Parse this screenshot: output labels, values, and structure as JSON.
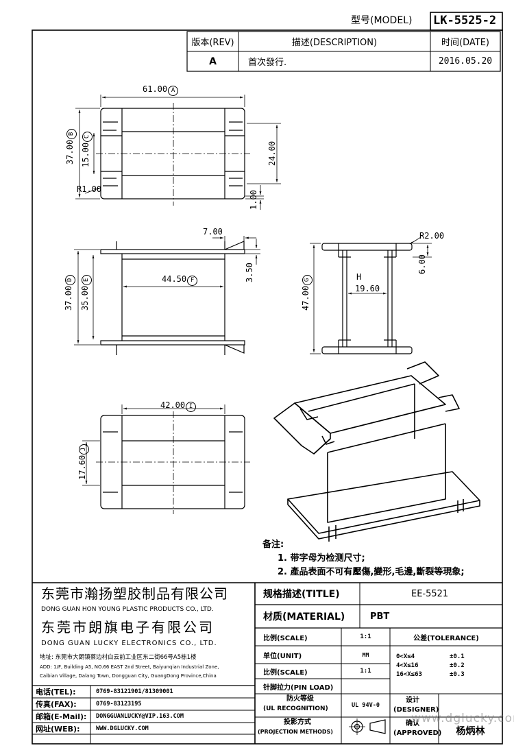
{
  "header": {
    "model_label": "型号(MODEL)",
    "model_value": "LK-5525-2"
  },
  "revision": {
    "col_rev": "版本(REV)",
    "col_desc": "描述(DESCRIPTION)",
    "col_date": "时间(DATE)",
    "rev": "A",
    "desc": "首次發行.",
    "date": "2016.05.20"
  },
  "dims": {
    "top_width": "61.00",
    "top_width_tag": "A",
    "top_height": "37.00",
    "top_height_tag": "B",
    "top_inner": "15.00",
    "top_inner_tag": "C",
    "top_right": "24.00",
    "top_radius": "R1.00",
    "top_gap": "1.00",
    "front_tab": "7.00",
    "front_flange": "3.50",
    "front_height": "37.00",
    "front_height_tag": "D",
    "front_inner": "35.00",
    "front_inner_tag": "E",
    "front_width": "44.50",
    "front_width_tag": "F",
    "side_radius": "R2.00",
    "side_tab": "6.00",
    "side_height": "47.00",
    "side_height_tag": "G",
    "side_width": "19.60",
    "side_width_tag": "H",
    "bottom_width": "42.00",
    "bottom_width_tag": "I",
    "bottom_height": "17.60",
    "bottom_height_tag": "J"
  },
  "notes": {
    "title": "备注:",
    "line1": "1. 带字母为检测尺寸;",
    "line2": "2. 產品表面不可有壓傷,變形,毛邊,斷裂等現象;"
  },
  "company": {
    "name1_cn": "东莞市瀚扬塑胶制品有限公司",
    "name1_en": "DONG GUAN HON YOUNG PLASTIC PRODUCTS CO., LTD.",
    "name2_cn": "东莞市朗旗电子有限公司",
    "name2_en": "DONG GUAN LUCKY ELECTRONICS CO., LTD.",
    "address_cn": "地址: 东莞市大朗镇蔡边村白云前工业区东二街66号A5栋1楼",
    "address_en1": "ADD: 1/F, Building A5, NO.66 EAST 2nd Street, Baiyunqian Industrial Zone,",
    "address_en2": "Caibian Village, Dalang Town, Dongguan City, GuangDong Province,China"
  },
  "contact": {
    "tel_label": "电话(TEL):",
    "tel": "0769-83121901/81309001",
    "fax_label": "传真(FAX):",
    "fax": "0769-83123195",
    "mail_label": "邮箱(E-Mail):",
    "mail": "DONGGUANLUCKY@VIP.163.COM",
    "web_label": "网址(WEB):",
    "web": "WWW.DGLUCKY.COM"
  },
  "spec": {
    "title_label": "规格描述(TITLE)",
    "title_value": "EE-5521",
    "material_label": "材质(MATERIAL)",
    "material_value": "PBT",
    "scale_label": "比例(SCALE)",
    "scale_value": "1:1",
    "unit_label": "单位(UNIT)",
    "unit_value": "MM",
    "scale2_label": "比例(SCALE)",
    "scale2_value": "1:1",
    "pin_label": "针脚拉力(PIN LOAD)",
    "pin_value": "",
    "ul_label1": "防火等级",
    "ul_label2": "(UL RECOGNITION)",
    "ul_value": "UL 94V-0",
    "proj_label1": "投影方式",
    "proj_label2": "(PROJECTION METHODS)",
    "tol_label": "公差(TOLERANCE)",
    "tol1_range": "0<X≤4",
    "tol1_val": "±0.1",
    "tol2_range": "4<X≤16",
    "tol2_val": "±0.2",
    "tol3_range": "16<X≤63",
    "tol3_val": "±0.3",
    "designer_label1": "设计",
    "designer_label2": "(DESIGNER)",
    "designer_value": "",
    "approved_label1": "确认",
    "approved_label2": "(APPROVED)",
    "approved_value": "杨炳林",
    "watermark": "www.dglucky.com"
  }
}
